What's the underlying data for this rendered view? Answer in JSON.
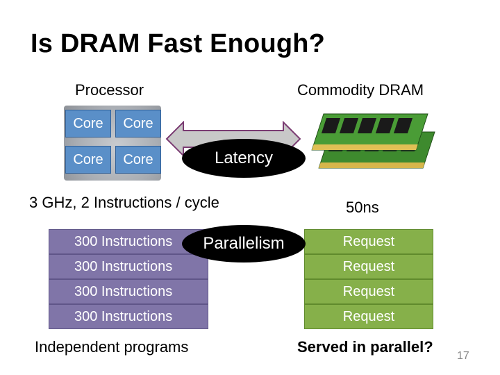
{
  "title": "Is DRAM Fast Enough?",
  "processor": {
    "label": "Processor",
    "cores": [
      "Core",
      "Core",
      "Core",
      "Core"
    ],
    "spec": "3 GHz, 2 Instructions / cycle"
  },
  "dram": {
    "label": "Commodity DRAM",
    "spec": "50ns"
  },
  "latency_label": "Latency",
  "parallelism_label": "Parallelism",
  "instructions": [
    "300 Instructions",
    "300 Instructions",
    "300 Instructions",
    "300 Instructions"
  ],
  "requests": [
    "Request",
    "Request",
    "Request",
    "Request"
  ],
  "independent_label": "Independent programs",
  "served_label": "Served in parallel?",
  "slide_number": "17",
  "colors": {
    "core_blue": "#5a8fc8",
    "instruction_purple": "#8075a8",
    "request_green": "#86b04a",
    "oval_black": "#000000",
    "arrow_gray": "#c8c8c8",
    "arrow_border": "#7a3b72"
  }
}
